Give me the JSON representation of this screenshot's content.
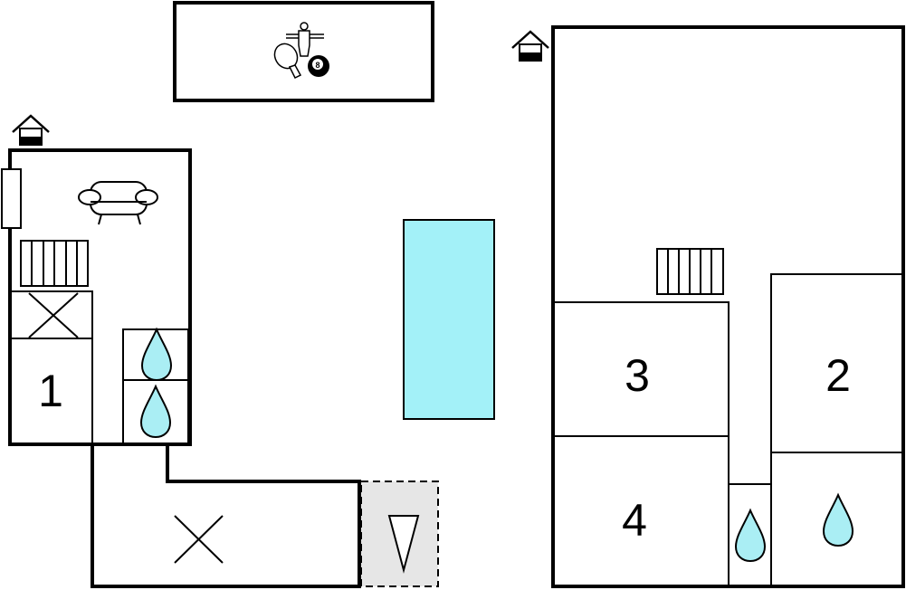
{
  "rooms": {
    "bedroom_1": "1",
    "bedroom_2": "2",
    "bedroom_3": "3",
    "bedroom_4": "4"
  },
  "game_room": {
    "billiard_ball_number": "8"
  },
  "colors": {
    "pool": "#a3f1f8",
    "water": "#aaeef4",
    "terrace": "#e6e6e6",
    "wall": "#000000"
  }
}
